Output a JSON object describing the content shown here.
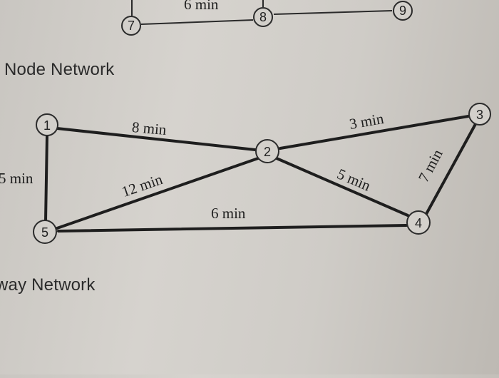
{
  "top_network": {
    "nodes": [
      "7",
      "8",
      "9"
    ],
    "edge_labels": [
      "6 min"
    ]
  },
  "node_network": {
    "title": "Node Network",
    "nodes": [
      "1",
      "2",
      "3",
      "4",
      "5"
    ],
    "edges": [
      {
        "from": "1",
        "to": "2",
        "label": "8 min"
      },
      {
        "from": "2",
        "to": "3",
        "label": "3 min"
      },
      {
        "from": "1",
        "to": "5",
        "label": "5 min"
      },
      {
        "from": "5",
        "to": "2",
        "label": "12 min"
      },
      {
        "from": "2",
        "to": "4",
        "label": "5 min"
      },
      {
        "from": "3",
        "to": "4",
        "label": "7 min"
      },
      {
        "from": "5",
        "to": "4",
        "label": "6 min"
      }
    ]
  },
  "way_network": {
    "title": "way Network"
  }
}
